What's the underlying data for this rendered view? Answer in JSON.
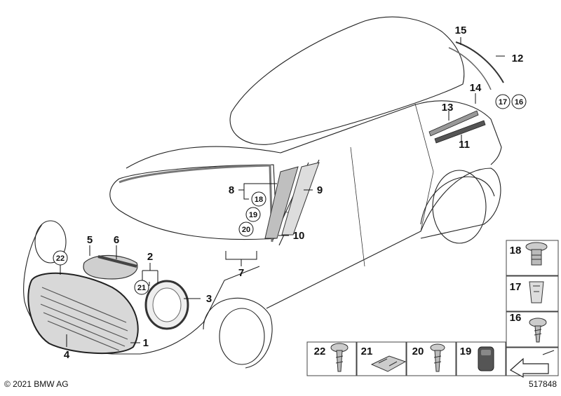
{
  "callouts": {
    "c1": "1",
    "c2": "2",
    "c3": "3",
    "c4": "4",
    "c5": "5",
    "c6": "6",
    "c7": "7",
    "c8": "8",
    "c9": "9",
    "c10": "10",
    "c11": "11",
    "c12": "12",
    "c13": "13",
    "c14": "14",
    "c15": "15"
  },
  "circled_callouts": {
    "c16": "16",
    "c17": "17",
    "c18": "18",
    "c19": "19",
    "c20": "20",
    "c21": "21",
    "c22": "22"
  },
  "parts_legend": {
    "p16": "16",
    "p17": "17",
    "p18": "18",
    "p19": "19",
    "p20": "20",
    "p21": "21",
    "p22": "22"
  },
  "footer": {
    "copyright": "© 2021 BMW AG",
    "diagram_id": "517848"
  }
}
